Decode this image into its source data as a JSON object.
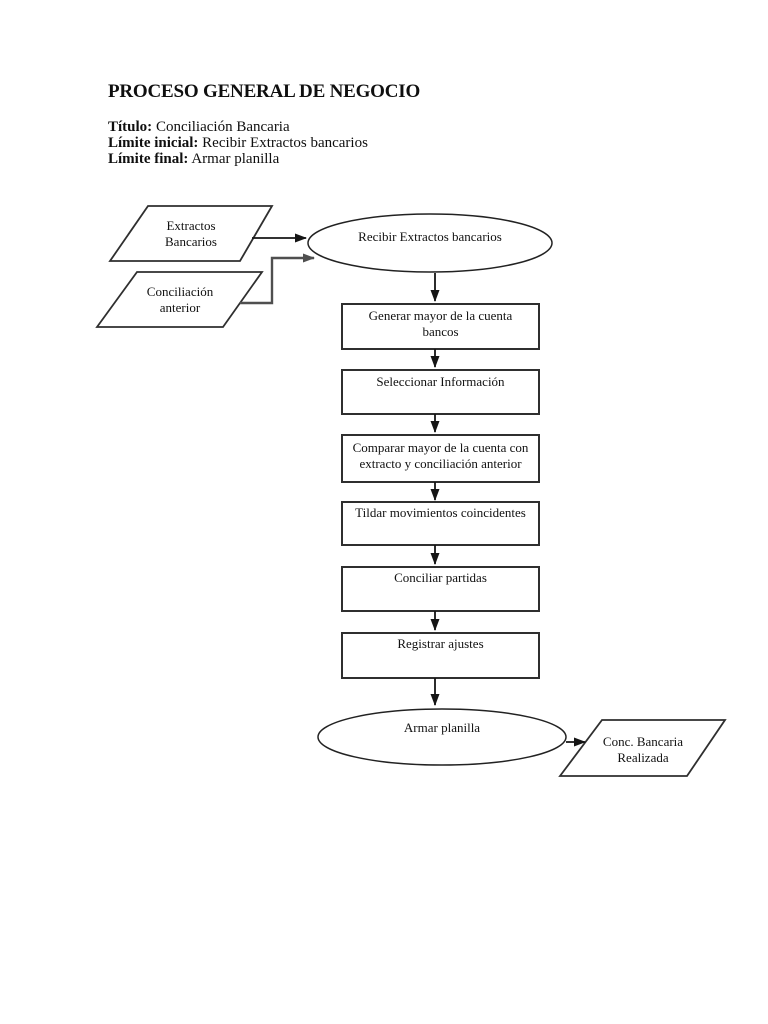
{
  "page": {
    "background": "#ffffff"
  },
  "header": {
    "title": "PROCESO GENERAL DE NEGOCIO",
    "fields": [
      {
        "label": "Título:",
        "value": "Conciliación Bancaria"
      },
      {
        "label": "Límite inicial:",
        "value": "Recibir Extractos bancarios"
      },
      {
        "label": "Límite final:",
        "value": "Armar planilla"
      }
    ]
  },
  "flowchart": {
    "inputs": [
      {
        "shape": "parallelogram",
        "label": "Extractos\nBancarios"
      },
      {
        "shape": "parallelogram",
        "label": "Conciliación\nanterior"
      }
    ],
    "start": {
      "shape": "ellipse",
      "label": "Recibir Extractos bancarios"
    },
    "steps": [
      {
        "shape": "rectangle",
        "label": "Generar mayor de la cuenta\nbancos"
      },
      {
        "shape": "rectangle",
        "label": "Seleccionar Información"
      },
      {
        "shape": "rectangle",
        "label": "Comparar mayor de la cuenta con\nextracto y conciliación anterior"
      },
      {
        "shape": "rectangle",
        "label": "Tildar movimientos coincidentes"
      },
      {
        "shape": "rectangle",
        "label": "Conciliar partidas"
      },
      {
        "shape": "rectangle",
        "label": "Registrar ajustes"
      }
    ],
    "end": {
      "shape": "ellipse",
      "label": "Armar planilla"
    },
    "output": {
      "shape": "parallelogram",
      "label": "Conc. Bancaria\nRealizada"
    },
    "edges": [
      {
        "from": "Extractos Bancarios",
        "to": "Recibir Extractos bancarios"
      },
      {
        "from": "Conciliación anterior",
        "to": "Recibir Extractos bancarios"
      },
      {
        "from": "Recibir Extractos bancarios",
        "to": "Generar mayor de la cuenta bancos"
      },
      {
        "from": "Generar mayor de la cuenta bancos",
        "to": "Seleccionar Información"
      },
      {
        "from": "Seleccionar Información",
        "to": "Comparar mayor de la cuenta con extracto y conciliación anterior"
      },
      {
        "from": "Comparar mayor de la cuenta con extracto y conciliación anterior",
        "to": "Tildar movimientos coincidentes"
      },
      {
        "from": "Tildar movimientos coincidentes",
        "to": "Conciliar partidas"
      },
      {
        "from": "Conciliar partidas",
        "to": "Registrar ajustes"
      },
      {
        "from": "Registrar ajustes",
        "to": "Armar planilla"
      },
      {
        "from": "Armar planilla",
        "to": "Conc. Bancaria Realizada"
      }
    ],
    "colors": {
      "shape_stroke": "#2f2f2f",
      "arrow": "#151515",
      "connector": "#4f4f4f",
      "text": "#111111",
      "fill": "#ffffff"
    }
  }
}
